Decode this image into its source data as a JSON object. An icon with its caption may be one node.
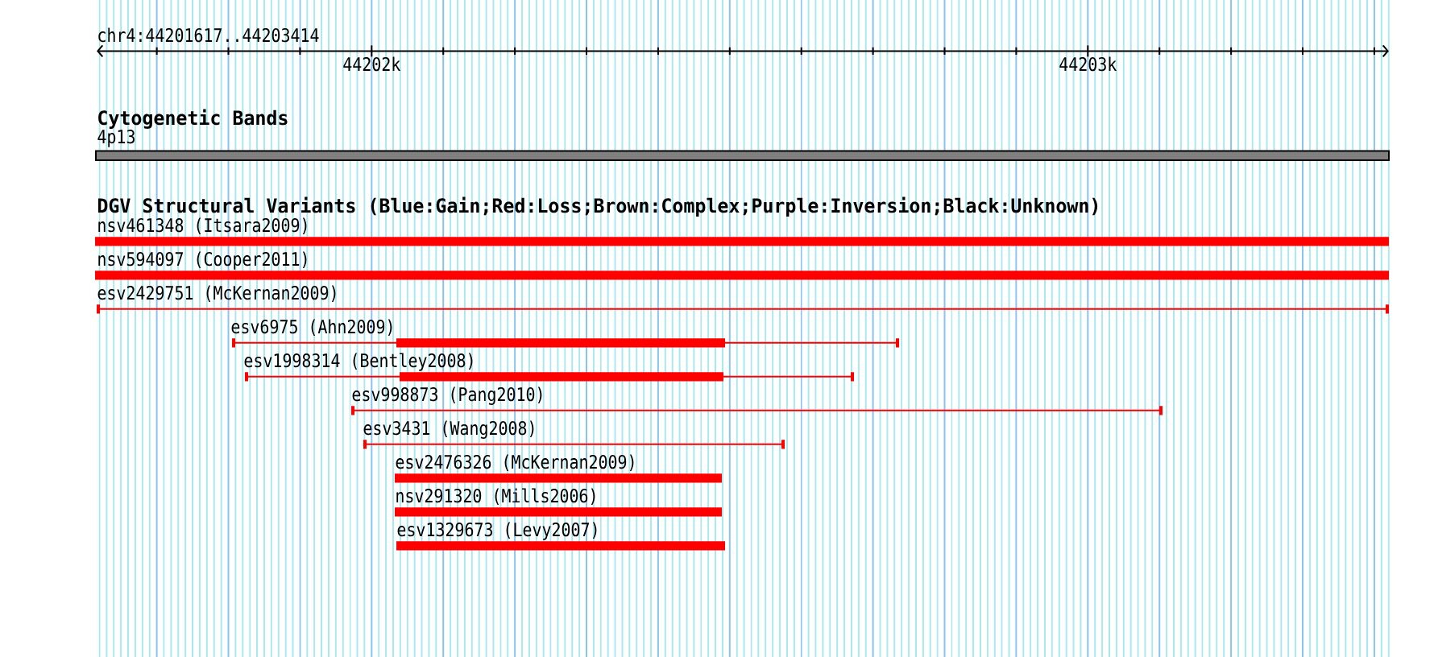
{
  "diagram": {
    "nodes": [
      {
        "text": [
          "4p13"
        ]
      },
      {
        "text": [
          "nsv461348 (Itsara2009)"
        ]
      },
      {
        "text": [
          "nsv594097 (Cooper2011)"
        ]
      },
      {
        "text": [
          "esv2429751 (McKernan2009)"
        ]
      },
      {
        "text": [
          "esv6975 (Ahn2009)"
        ]
      },
      {
        "text": [
          "esv1998314 (Bentley2008)"
        ]
      },
      {
        "text": [
          "esv998873 (Pang2010)"
        ]
      },
      {
        "text": [
          "esv3431 (Wang2008)"
        ]
      },
      {
        "text": [
          "esv2476326 (McKernan2009)"
        ]
      },
      {
        "text": [
          "nsv291320 (Mills2006)"
        ]
      },
      {
        "text": [
          "esv1329673 (Levy2007)"
        ]
      }
    ],
    "labels": [
      "chr4:44201617..44203414",
      "44202k",
      "44203k",
      "Cytogenetic Bands",
      "DGV Structural Variants (Blue:Gain;Red:Loss;Brown:Complex;Purple:Inversion;Black:Unknown)"
    ]
  }
}
